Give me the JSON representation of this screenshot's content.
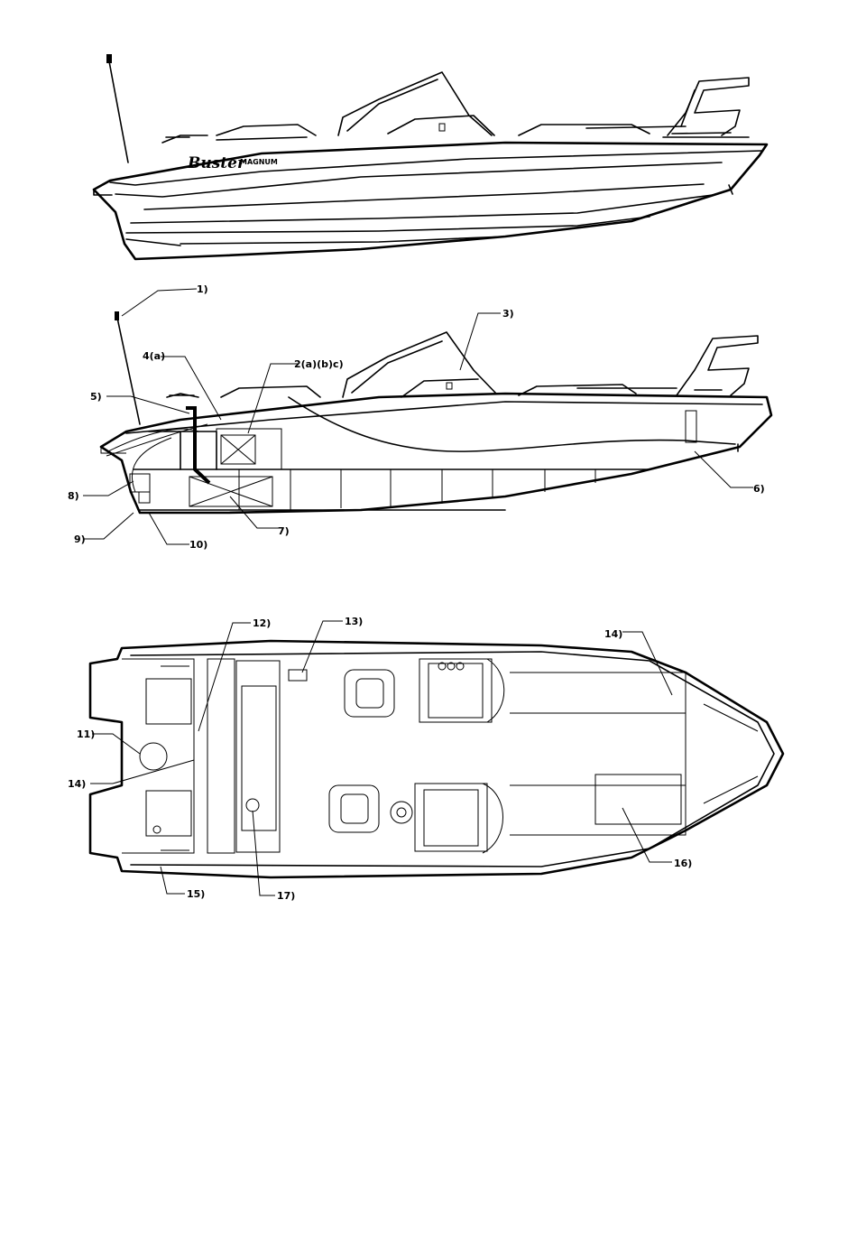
{
  "figures": {
    "side_exterior": {
      "brand": "Buster",
      "model": "MAGNUM"
    },
    "side_cutaway": {
      "callouts": {
        "c1": "1)",
        "c2": "2(a)(b)c)",
        "c3": "3)",
        "c4a": "4(a)",
        "c5": "5)",
        "c6": "6)",
        "c7": "7)",
        "c8": "8)",
        "c9": "9)",
        "c10": "10)"
      }
    },
    "top_view": {
      "callouts": {
        "c11": "11)",
        "c12": "12)",
        "c13": "13)",
        "c14_left": "14)",
        "c14_right": "14)",
        "c16": "16)",
        "c15": "15)",
        "c17": "17)"
      }
    }
  }
}
